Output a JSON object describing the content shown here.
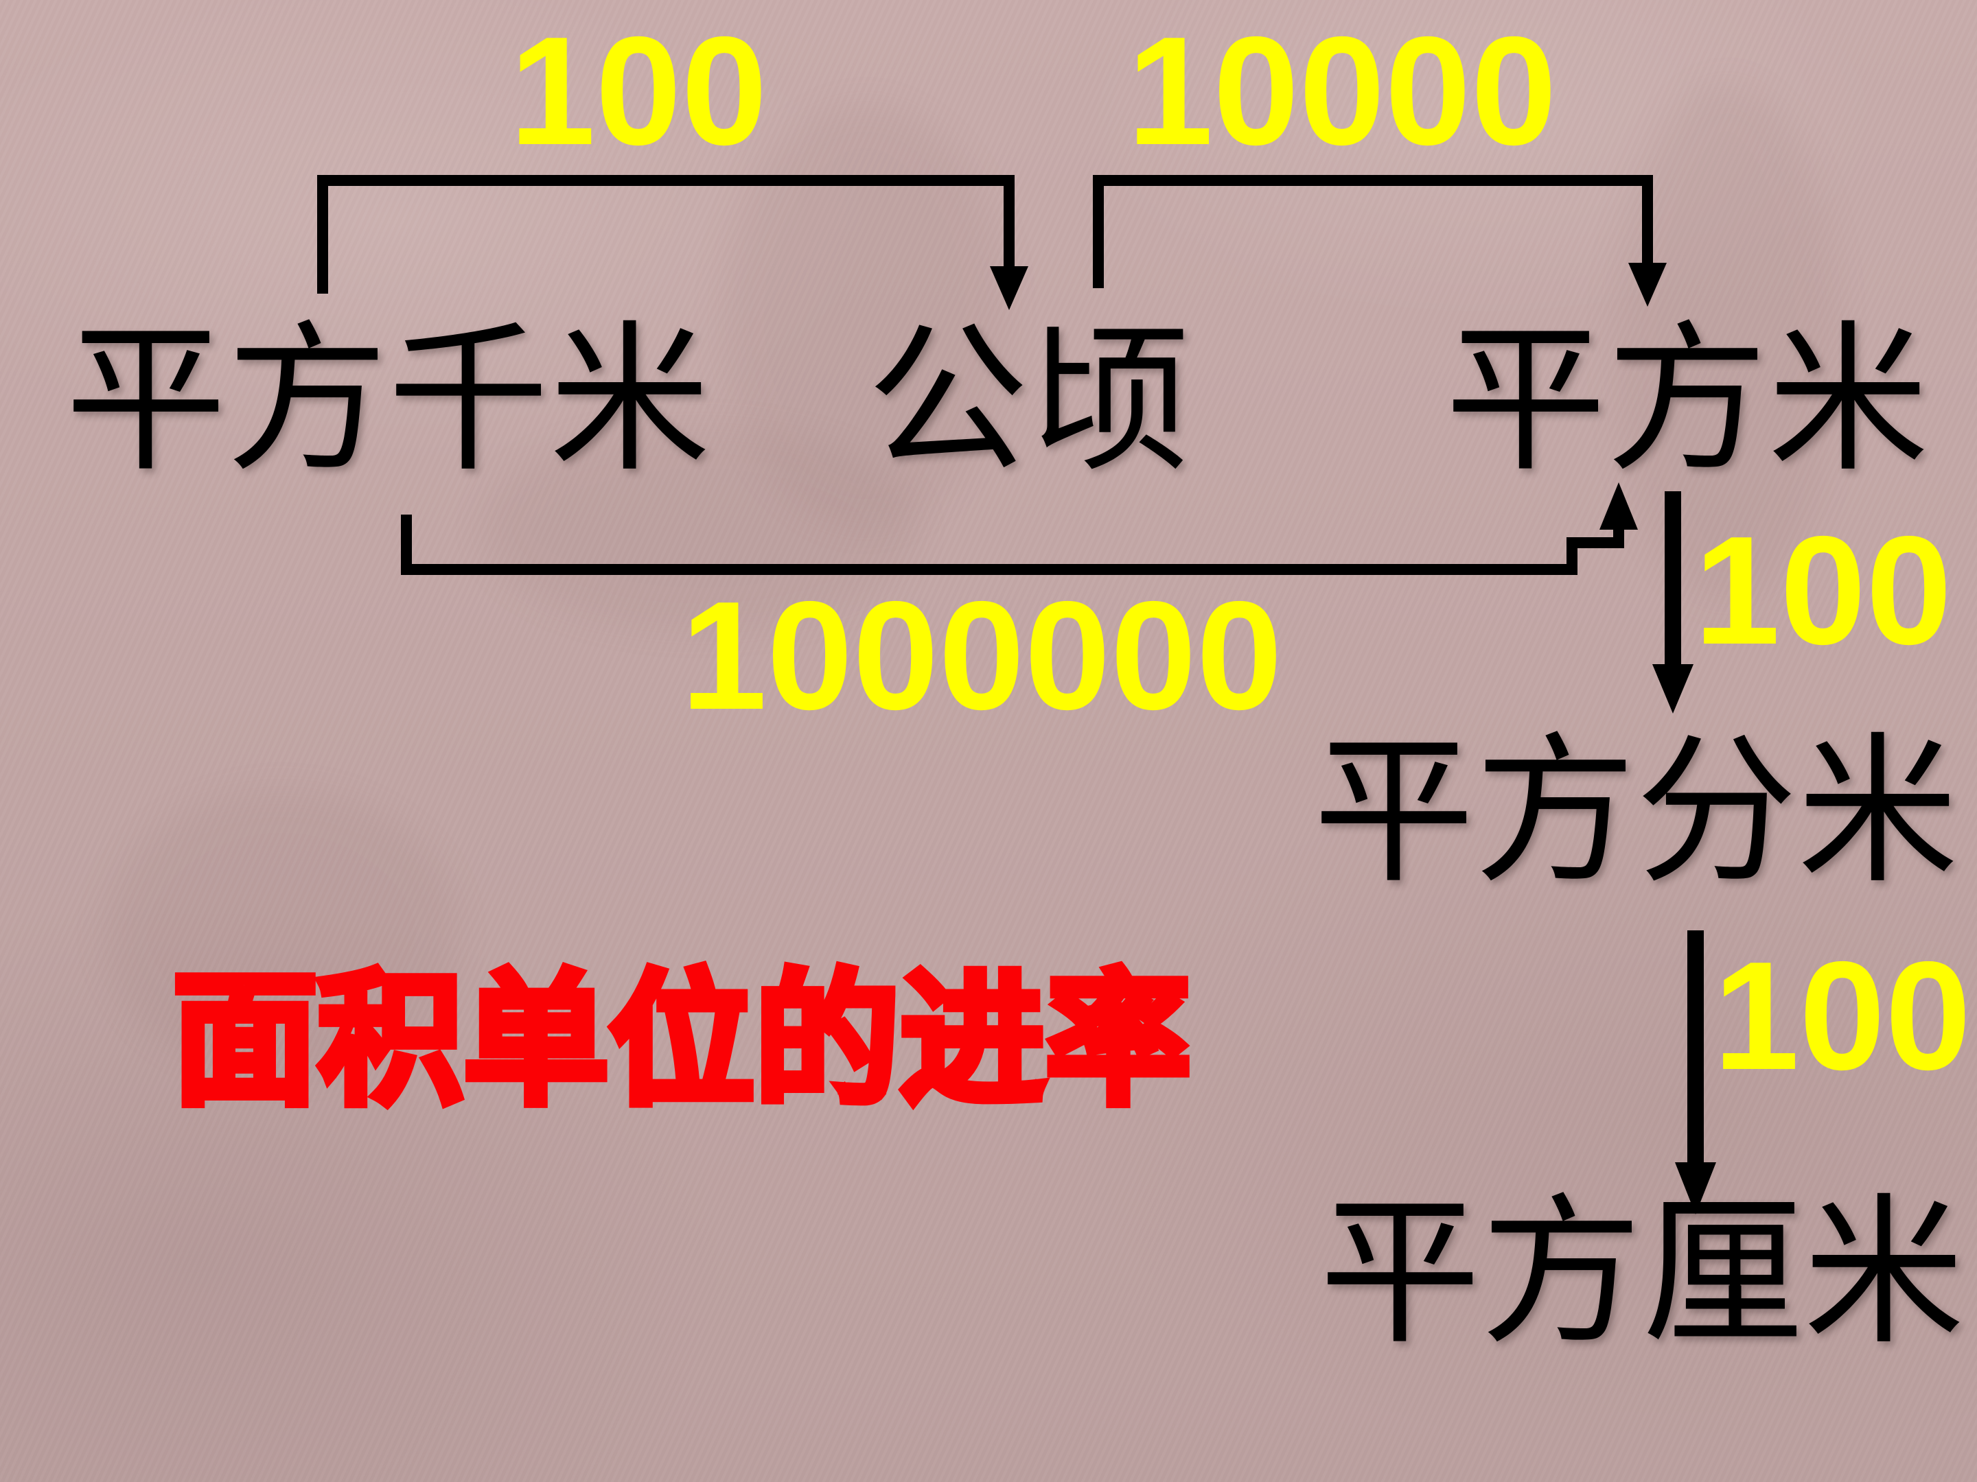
{
  "slide": {
    "title": "面积单位的进率",
    "units": [
      "平方千米",
      "公顷",
      "平方米",
      "平方分米",
      "平方厘米"
    ],
    "conversions": [
      {
        "from": "平方千米",
        "to": "公顷",
        "factor": "100"
      },
      {
        "from": "公顷",
        "to": "平方米",
        "factor": "10000"
      },
      {
        "from": "平方千米",
        "to": "平方米",
        "factor": "1000000"
      },
      {
        "from": "平方米",
        "to": "平方分米",
        "factor": "100"
      },
      {
        "from": "平方分米",
        "to": "平方厘米",
        "factor": "100"
      }
    ],
    "colors": {
      "background": "#c2a6a5",
      "factor_text": "#ffff00",
      "unit_text": "#000000",
      "title_outline": "#fb0105",
      "connector": "#000000"
    }
  }
}
